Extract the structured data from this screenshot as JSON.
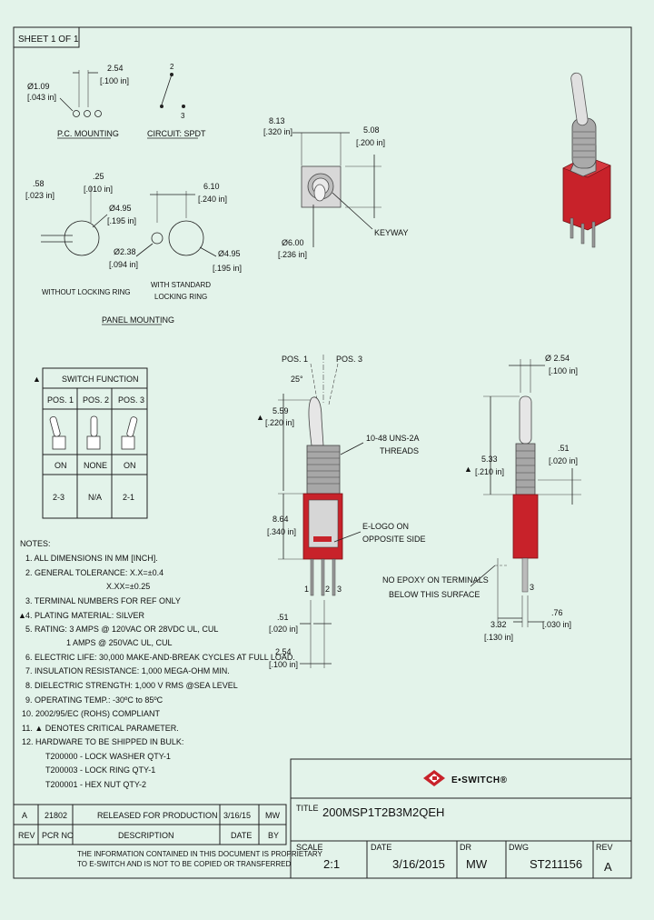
{
  "sheet_label": "SHEET 1 OF 1",
  "pc_mounting": {
    "label": "P.C. MOUNTING",
    "hole_dia_mm": "Ø1.09",
    "hole_dia_in": "[.043 in]",
    "spacing_mm": "2.54",
    "spacing_in": "[.100 in]"
  },
  "circuit": {
    "label": "CIRCUIT: SPDT",
    "pin_top": "2",
    "pin_bottom": "3"
  },
  "top_view": {
    "width_mm": "8.13",
    "width_in": "[.320 in]",
    "height_mm": "5.08",
    "height_in": "[.200 in]",
    "dia_mm": "Ø6.00",
    "dia_in": "[.236 in]",
    "keyway": "KEYWAY"
  },
  "panel_mounting": {
    "label": "PANEL MOUNTING",
    "without_mm": ".58",
    "without_in": "[.023 in]",
    "without_key_mm": ".25",
    "without_key_in": "[.010 in]",
    "without_dia_mm": "Ø4.95",
    "without_dia_in": "[.195 in]",
    "without_label": "WITHOUT LOCKING RING",
    "with_spacing_mm": "6.10",
    "with_spacing_in": "[.240 in]",
    "with_small_mm": "Ø2.38",
    "with_small_in": "[.094 in]",
    "with_dia_mm": "Ø4.95",
    "with_dia_in": "[.195 in]",
    "with_label_1": "WITH STANDARD",
    "with_label_2": "LOCKING RING"
  },
  "switch_function": {
    "title": "SWITCH FUNCTION",
    "headers": [
      "POS. 1",
      "POS. 2",
      "POS. 3"
    ],
    "states": [
      "ON",
      "NONE",
      "ON"
    ],
    "connections": [
      "2-3",
      "N/A",
      "2-1"
    ]
  },
  "front_view": {
    "pos1": "POS. 1",
    "pos3": "POS. 3",
    "angle": "25°",
    "lever_mm": "5.59",
    "lever_in": "[.220 in]",
    "thread_1": "10-48 UNS-2A",
    "thread_2": "THREADS",
    "body_mm": "8.64",
    "body_in": "[.340 in]",
    "logo_1": "E-LOGO ON",
    "logo_2": "OPPOSITE SIDE",
    "pins": [
      "1",
      "2",
      "3"
    ],
    "pin_w_mm": ".51",
    "pin_w_in": "[.020 in]",
    "pin_sp_mm": "2.54",
    "pin_sp_in": "[.100 in]"
  },
  "side_view": {
    "lever_dia_mm": "Ø 2.54",
    "lever_dia_in": "[.100 in]",
    "height_mm": "5.33",
    "height_in": "[.210 in]",
    "collar_mm": ".51",
    "collar_in": "[.020 in]",
    "epoxy_1": "NO EPOXY ON TERMINALS",
    "epoxy_2": "BELOW THIS SURFACE",
    "pin_label": "3",
    "pin_len_mm": "3.32",
    "pin_len_in": "[.130 in]",
    "pin_w_mm": ".76",
    "pin_w_in": "[.030 in]"
  },
  "notes": {
    "title": "NOTES:",
    "lines": [
      "1. ALL DIMENSIONS IN MM [INCH].",
      "2. GENERAL TOLERANCE: X.X=±0.4",
      "X.XX=±0.25",
      "3. TERMINAL NUMBERS FOR REF ONLY",
      "4. PLATING MATERIAL: SILVER",
      "5. RATING: 3 AMPS @ 120VAC OR 28VDC  UL, CUL",
      "1 AMPS @ 250VAC  UL, CUL",
      "6. ELECTRIC LIFE: 30,000 MAKE-AND-BREAK CYCLES AT FULL LOAD.",
      "7. INSULATION RESISTANCE: 1,000 MEGA-OHM MIN.",
      "8. DIELECTRIC STRENGTH: 1,000 V RMS @SEA LEVEL",
      "9. OPERATING TEMP.: -30ºC to 85ºC",
      "10. 2002/95/EC (ROHS) COMPLIANT",
      "11. ▲ DENOTES CRITICAL PARAMETER.",
      "12. HARDWARE TO BE SHIPPED IN BULK:",
      "T200000 - LOCK WASHER  QTY-1",
      "T200003 - LOCK RING    QTY-1",
      "T200001 - HEX NUT      QTY-2"
    ]
  },
  "brand": "E•SWITCH®",
  "title_block": {
    "title_label": "TITLE",
    "title": "200MSP1T2B3M2QEH",
    "scale_label": "SCALE",
    "scale": "2:1",
    "date_label": "DATE",
    "date": "3/16/2015",
    "dr_label": "DR",
    "dr": "MW",
    "dwg_label": "DWG",
    "dwg": "ST211156",
    "rev_label": "REV",
    "rev": "A"
  },
  "revision": {
    "rev": "A",
    "pcr": "21802",
    "desc": "RELEASED FOR PRODUCTION",
    "date": "3/16/15",
    "by": "MW",
    "headers": [
      "REV",
      "PCR NO",
      "DESCRIPTION",
      "DATE",
      "BY"
    ]
  },
  "proprietary_1": "THE INFORMATION CONTAINED IN THIS DOCUMENT IS PROPRIETARY",
  "proprietary_2": "TO E-SWITCH AND IS NOT TO BE COPIED OR TRANSFERRED"
}
